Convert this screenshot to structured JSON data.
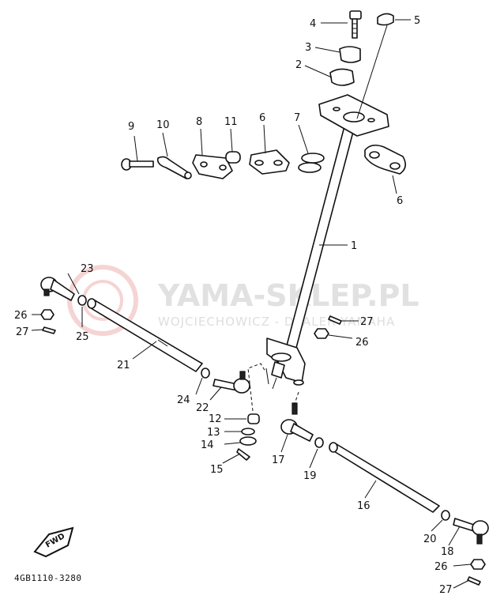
{
  "diagram": {
    "code": "4GB1110-3280",
    "fwd_label": "FWD",
    "watermark": {
      "title": "YAMA-SKLEP.PL",
      "subtitle": "WOJCIECHOWICZ - DEALER YAMAHA",
      "accent_color": "#e8a0a0"
    },
    "callouts": {
      "p1": "1",
      "p2": "2",
      "p3": "3",
      "p4": "4",
      "p5": "5",
      "p6a": "6",
      "p6b": "6",
      "p7": "7",
      "p8": "8",
      "p9": "9",
      "p10": "10",
      "p11": "11",
      "p12": "12",
      "p13": "13",
      "p14": "14",
      "p15": "15",
      "p16": "16",
      "p17": "17",
      "p18": "18",
      "p19": "19",
      "p20": "20",
      "p21": "21",
      "p22": "22",
      "p23": "23",
      "p24": "24",
      "p25": "25",
      "p26a": "26",
      "p26b": "26",
      "p26c": "26",
      "p27a": "27",
      "p27b": "27",
      "p27c": "27"
    }
  }
}
